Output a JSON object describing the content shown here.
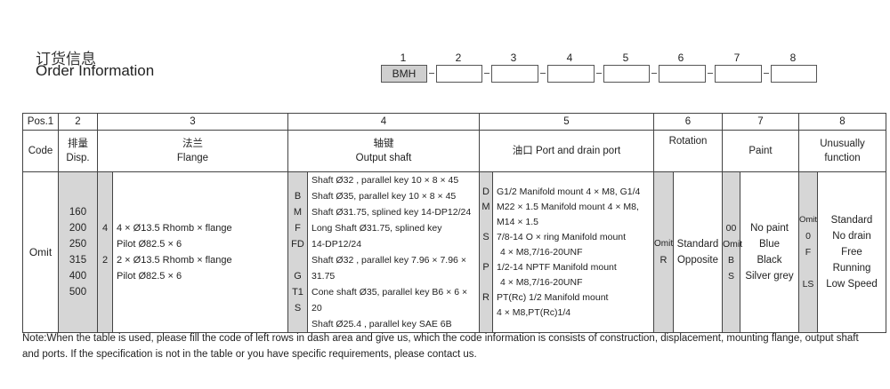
{
  "header": {
    "title_cn": "订货信息",
    "title_en": "Order Information"
  },
  "order_code": {
    "positions": [
      "1",
      "2",
      "3",
      "4",
      "5",
      "6",
      "7",
      "8"
    ],
    "first_box": "BMH"
  },
  "table": {
    "pos_row": {
      "label": "Pos.1",
      "cols": [
        "2",
        "3",
        "4",
        "5",
        "6",
        "7",
        "8"
      ]
    },
    "code_row": {
      "label": "Code",
      "disp_cn": "排量",
      "disp_en": "Disp.",
      "flange_cn": "法兰",
      "flange_en": "Flange",
      "shaft_cn": "轴键",
      "shaft_en": "Output shaft",
      "port_cn": "油口",
      "port_en": "Port and drain port",
      "rotation": "Rotation",
      "paint": "Paint",
      "unusual_1": "Unusually",
      "unusual_2": "function"
    },
    "body": {
      "omit": "Omit",
      "displacements": [
        "160",
        "200",
        "250",
        "315",
        "400",
        "500"
      ],
      "flange_codes": [
        "4",
        "2"
      ],
      "flange_desc": [
        "4 × Ø13.5 Rhomb × flange",
        "Pilot Ø82.5 × 6",
        "2 × Ø13.5 Rhomb × flange",
        "Pilot Ø82.5 × 6"
      ],
      "shaft_codes": [
        "B",
        "M",
        "F",
        "FD",
        "",
        "G",
        "T1",
        "S"
      ],
      "shaft_desc": [
        "Shaft Ø32 ,  parallel key 10 × 8 × 45",
        "Shaft Ø35,  parallel key 10 × 8 × 45",
        "Shaft Ø31.75, splined key 14-DP12/24",
        "Long Shaft Ø31.75, splined key",
        "14-DP12/24",
        "Shaft Ø32 , parallel key 7.96 × 7.96 × 31.75",
        "Cone shaft Ø35, parallel key B6 × 6 × 20",
        "Shaft Ø25.4 ,  parallel key SAE 6B"
      ],
      "port_codes": [
        "D",
        "M",
        "",
        "S",
        "",
        "P",
        "",
        "R",
        ""
      ],
      "port_desc": [
        "G1/2 Manifold mount 4 × M8, G1/4",
        "M22 × 1.5 Manifold mount 4 × M8,",
        "M14 × 1.5",
        "7/8-14 O × ring Manifold mount",
        "4 × M8,7/16-20UNF",
        "1/2-14 NPTF Manifold mount",
        "4 × M8,7/16-20UNF",
        "PT(Rc) 1/2 Manifold mount",
        "4 × M8,PT(Rc)1/4"
      ],
      "rotation_codes": [
        "Omit",
        "R"
      ],
      "rotation_desc": [
        "Standard",
        "Opposite"
      ],
      "paint_codes": [
        "00",
        "Omit",
        "B",
        "S"
      ],
      "paint_desc": [
        "No paint",
        "Blue",
        "Black",
        "Silver grey"
      ],
      "unusual_codes": [
        "Omit",
        "0",
        "F",
        "",
        "LS"
      ],
      "unusual_desc": [
        "Standard",
        "No drain",
        "Free",
        "Running",
        "Low Speed"
      ]
    }
  },
  "note": "Note:When the table is used, please fill the code of left rows in dash area and give us, which the code information is consists of construction, displacement, mounting flange, output shaft and ports. If the specification is not in the table or you have specific requirements, please contact us."
}
